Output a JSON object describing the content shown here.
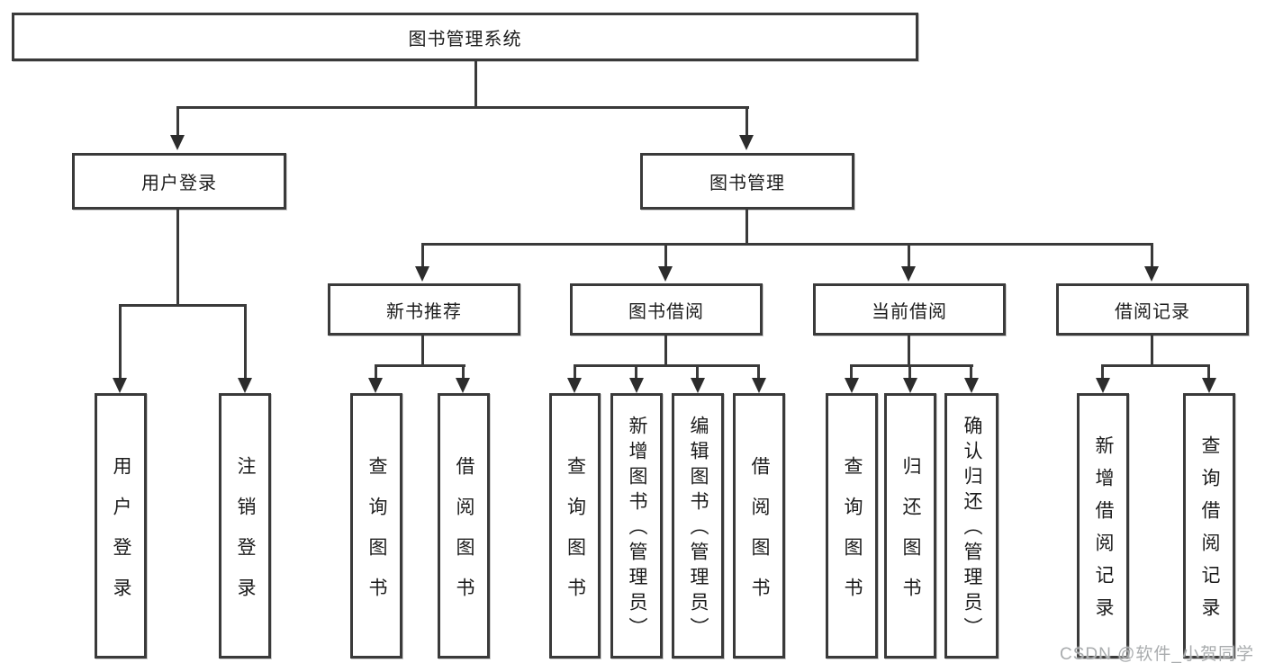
{
  "root": {
    "label": "图书管理系统"
  },
  "level2": {
    "user_login": "用户登录",
    "book_management": "图书管理"
  },
  "level3": {
    "new_book_recommend": "新书推荐",
    "book_borrow": "图书借阅",
    "current_borrow": "当前借阅",
    "borrow_records": "借阅记录"
  },
  "leaves": {
    "user_login": [
      "用户登录",
      "注销登录"
    ],
    "new_book_recommend": [
      "查询图书",
      "借阅图书"
    ],
    "book_borrow": [
      "查询图书",
      "新增图书（管理员）",
      "编辑图书（管理员）",
      "借阅图书"
    ],
    "current_borrow": [
      "查询图书",
      "归还图书",
      "确认归还（管理员）"
    ],
    "borrow_records": [
      "新增借阅记录",
      "查询借阅记录"
    ]
  },
  "watermark": {
    "text": "CSDN @软件_小贺同学"
  },
  "colors": {
    "line": "#3a3a3a",
    "border": "#3a3a3a",
    "text": "#1c1c1c",
    "watermark": "#a9acae",
    "background": "#ffffff"
  }
}
